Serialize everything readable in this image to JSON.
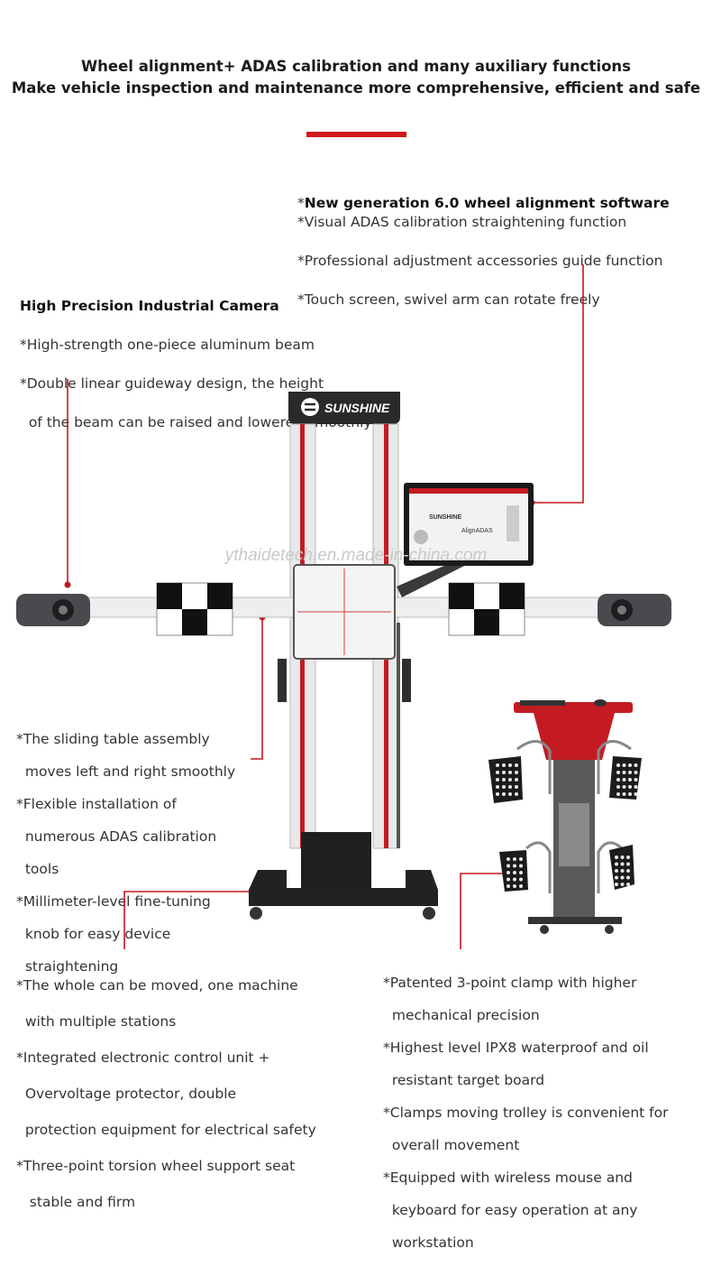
{
  "header": {
    "line1": "Wheel alignment+ ADAS calibration and many auxiliary functions",
    "line2": "Make vehicle inspection and maintenance more comprehensive, efficient and safe"
  },
  "software_features": {
    "title": "New generation 6.0 wheel alignment software",
    "items": [
      "*Visual ADAS calibration straightening function",
      "*Professional adjustment accessories guide function",
      "*Touch screen, swivel arm can rotate freely"
    ]
  },
  "camera_features": {
    "title": "High Precision Industrial Camera",
    "items": [
      "*High-strength one-piece aluminum beam",
      "*Double linear guideway design, the height",
      "  of the beam can be raised and lowered smoothly"
    ]
  },
  "sliding_table_features": {
    "items": [
      "*The sliding table assembly",
      "  moves left and right smoothly",
      "*Flexible installation of",
      "  numerous ADAS calibration",
      "  tools",
      "*Millimeter-level fine-tuning",
      "  knob for easy device",
      "  straightening"
    ]
  },
  "mobility_features": {
    "items": [
      "*The whole can be moved, one machine",
      "  with multiple stations",
      "*Integrated electronic control unit +",
      "  Overvoltage protector, double",
      "  protection equipment for electrical safety",
      "*Three-point torsion wheel support seat",
      "   stable and firm"
    ]
  },
  "clamp_features": {
    "items": [
      "*Patented 3-point clamp with higher",
      "  mechanical precision",
      "*Highest level IPX8 waterproof and oil",
      "  resistant target board",
      "*Clamps moving trolley is convenient for",
      "  overall movement",
      "*Equipped with wireless mouse and",
      "  keyboard for easy operation at any",
      "  workstation"
    ]
  },
  "machine": {
    "brand": "SUNSHINE",
    "screen_brand": "SUNSHINE",
    "screen_title": "AlignADAS",
    "watermark": "ythaidetech.en.made-in-china.com"
  },
  "colors": {
    "accent": "#d0191b",
    "text": "#333333"
  }
}
